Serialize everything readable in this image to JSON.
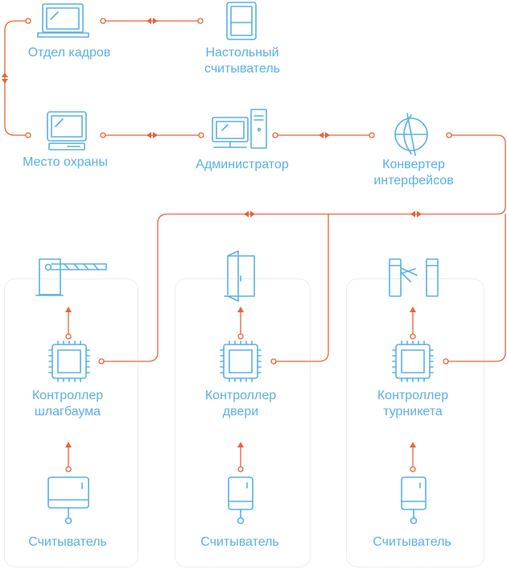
{
  "colors": {
    "blue": "#5ab0e6",
    "orange": "#e8643a",
    "panel_border": "#e6eef4"
  },
  "nodes": {
    "hr": {
      "icon": "laptop-icon",
      "lines": [
        "Отдел кадров"
      ]
    },
    "desktop_reader": {
      "icon": "desktop-reader-icon",
      "lines": [
        "Настольный",
        "считыватель"
      ]
    },
    "security": {
      "icon": "monitor-icon",
      "lines": [
        "Место охраны"
      ]
    },
    "admin": {
      "icon": "workstation-icon",
      "lines": [
        "Администратор"
      ]
    },
    "converter": {
      "icon": "converter-globe-icon",
      "lines": [
        "Конвертер",
        "интерфейсов"
      ]
    }
  },
  "panels": [
    {
      "device_icon": "barrier-icon",
      "controller_icon": "chip-icon",
      "controller_lines": [
        "Контроллер",
        "шлагбаума"
      ],
      "reader_icon": "reader-wide-icon",
      "reader_label": "Считыватель"
    },
    {
      "device_icon": "door-icon",
      "controller_icon": "chip-icon",
      "controller_lines": [
        "Контроллер",
        "двери"
      ],
      "reader_icon": "reader-narrow-icon",
      "reader_label": "Считыватель"
    },
    {
      "device_icon": "turnstile-icon",
      "controller_icon": "chip-icon",
      "controller_lines": [
        "Контроллер",
        "турникета"
      ],
      "reader_icon": "reader-narrow-icon",
      "reader_label": "Считыватель"
    }
  ]
}
